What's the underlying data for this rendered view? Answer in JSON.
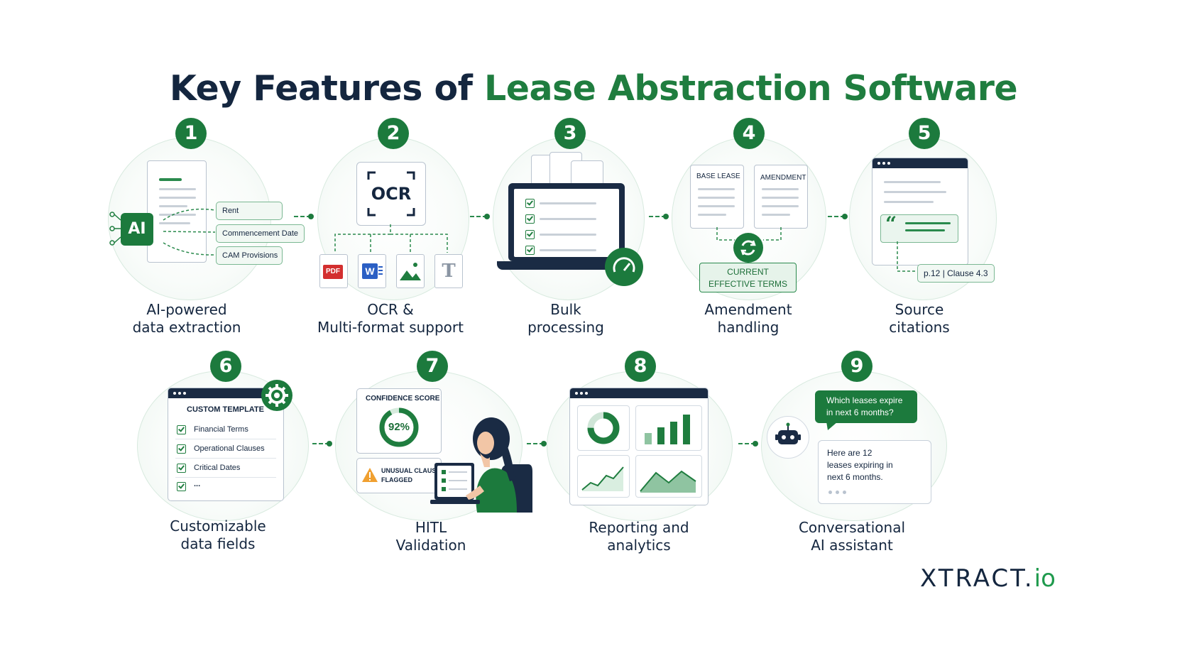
{
  "title": {
    "part1": "Key Features of ",
    "part2": "Lease Abstraction Software"
  },
  "colors": {
    "navy": "#14263f",
    "green": "#1f7d3f",
    "light_green": "#eef6f1"
  },
  "features": [
    {
      "number": "1",
      "label_line1": "AI-powered",
      "label_line2": "data extraction",
      "chip": "AI",
      "fields": [
        "Rent",
        "Commencement Date",
        "CAM Provisions"
      ]
    },
    {
      "number": "2",
      "label_line1": "OCR &",
      "label_line2": "Multi-format support",
      "ocr_text": "OCR",
      "formats": [
        "PDF",
        "W",
        "image-icon",
        "T"
      ]
    },
    {
      "number": "3",
      "label_line1": "Bulk",
      "label_line2": "processing",
      "icons": [
        "laptop-icon",
        "speedometer-icon"
      ]
    },
    {
      "number": "4",
      "label_line1": "Amendment",
      "label_line2": "handling",
      "doc1": "BASE LEASE",
      "doc2": "AMENDMENT",
      "result_line1": "CURRENT",
      "result_line2": "EFFECTIVE TERMS"
    },
    {
      "number": "5",
      "label_line1": "Source",
      "label_line2": "citations",
      "citation": "p.12 | Clause 4.3"
    },
    {
      "number": "6",
      "label_line1": "Customizable",
      "label_line2": "data fields",
      "template_title": "CUSTOM TEMPLATE",
      "items": [
        "Financial Terms",
        "Operational Clauses",
        "Critical Dates",
        "..."
      ]
    },
    {
      "number": "7",
      "label_line1": "HITL",
      "label_line2": "Validation",
      "score_title": "CONFIDENCE SCORE",
      "score_value": "92%",
      "score_fraction": 0.92,
      "flag_line1": "UNUSUAL CLAUSE",
      "flag_line2": "FLAGGED"
    },
    {
      "number": "8",
      "label_line1": "Reporting and",
      "label_line2": "analytics",
      "icons": [
        "donut-chart-icon",
        "bar-chart-icon",
        "line-chart-icon",
        "area-chart-icon"
      ]
    },
    {
      "number": "9",
      "label_line1": "Conversational",
      "label_line2": "AI assistant",
      "question": "Which leases expire in next 6 months?",
      "answer": "Here are 12 leases expiring in next 6 months."
    }
  ],
  "logo": {
    "main": "XTRACT.",
    "suffix": "io"
  }
}
